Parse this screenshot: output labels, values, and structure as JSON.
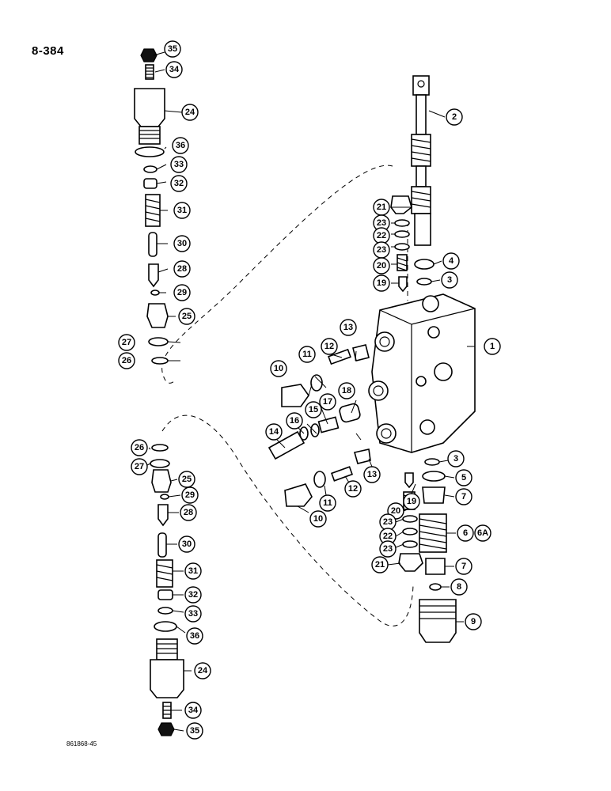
{
  "page_number": "8-384",
  "figure_code": "861868-45",
  "callouts": {
    "c1": "1",
    "c2": "2",
    "c3": "3",
    "c4": "4",
    "c5": "5",
    "c6": "6",
    "c6a": "6A",
    "c7": "7",
    "c8": "8",
    "c9": "9",
    "c10": "10",
    "c11": "11",
    "c12": "12",
    "c13": "13",
    "c14": "14",
    "c15": "15",
    "c16": "16",
    "c17": "17",
    "c18": "18",
    "c19": "19",
    "c20": "20",
    "c21": "21",
    "c22": "22",
    "c23": "23",
    "c24": "24",
    "c25": "25",
    "c26": "26",
    "c27": "27",
    "c28": "28",
    "c29": "29",
    "c30": "30",
    "c31": "31",
    "c32": "32",
    "c33": "33",
    "c34": "34",
    "c35": "35",
    "c36": "36"
  },
  "colors": {
    "ink": "#000000",
    "paper": "#ffffff"
  }
}
